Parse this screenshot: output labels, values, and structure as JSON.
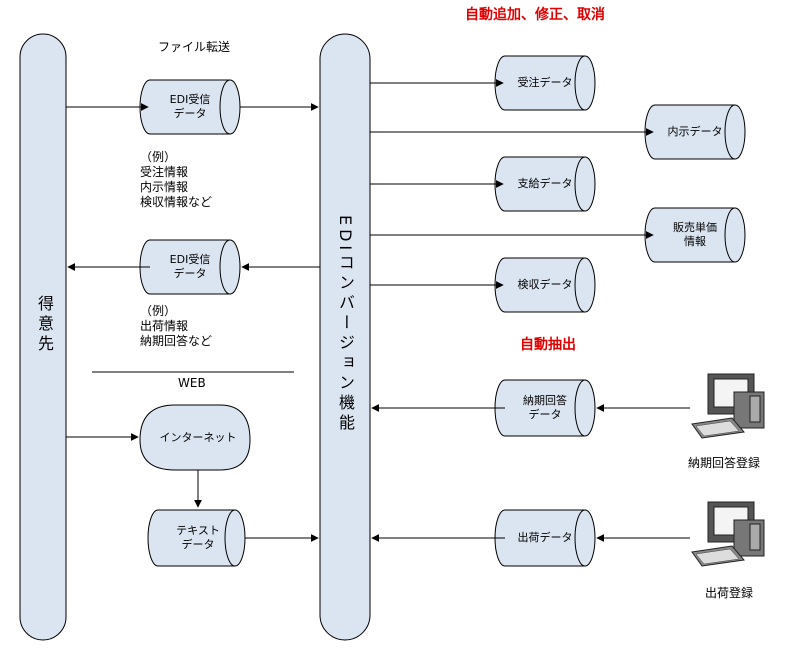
{
  "title": "自動追加、修正、取消",
  "subtitle_extract": "自動抽出",
  "customer": "得意先",
  "converter": "EDIコンバージョン機能",
  "file_transfer": "ファイル転送",
  "web": "WEB",
  "edi_recv_1": [
    "EDI受信",
    "データ"
  ],
  "edi_recv_2": [
    "EDI受信",
    "データ"
  ],
  "example_1": [
    "（例）",
    "受注情報",
    "内示情報",
    "検収情報など"
  ],
  "example_2": [
    "（例）",
    "出荷情報",
    "納期回答など"
  ],
  "internet": "インターネット",
  "text_data": [
    "テキスト",
    "データ"
  ],
  "outputs": {
    "order": "受注データ",
    "forecast": "内示データ",
    "supply": "支給データ",
    "price": [
      "販売単価",
      "情報"
    ],
    "inspect": "検収データ"
  },
  "inputs": {
    "delivery_reply": [
      "納期回答",
      "データ"
    ],
    "shipping": "出荷データ"
  },
  "pc_labels": {
    "delivery_reply_reg": "納期回答登録",
    "shipping_reg": "出荷登録"
  },
  "colors": {
    "shape_fill": "#dbe5f1",
    "stroke": "#000000",
    "accent": "#e00000"
  }
}
